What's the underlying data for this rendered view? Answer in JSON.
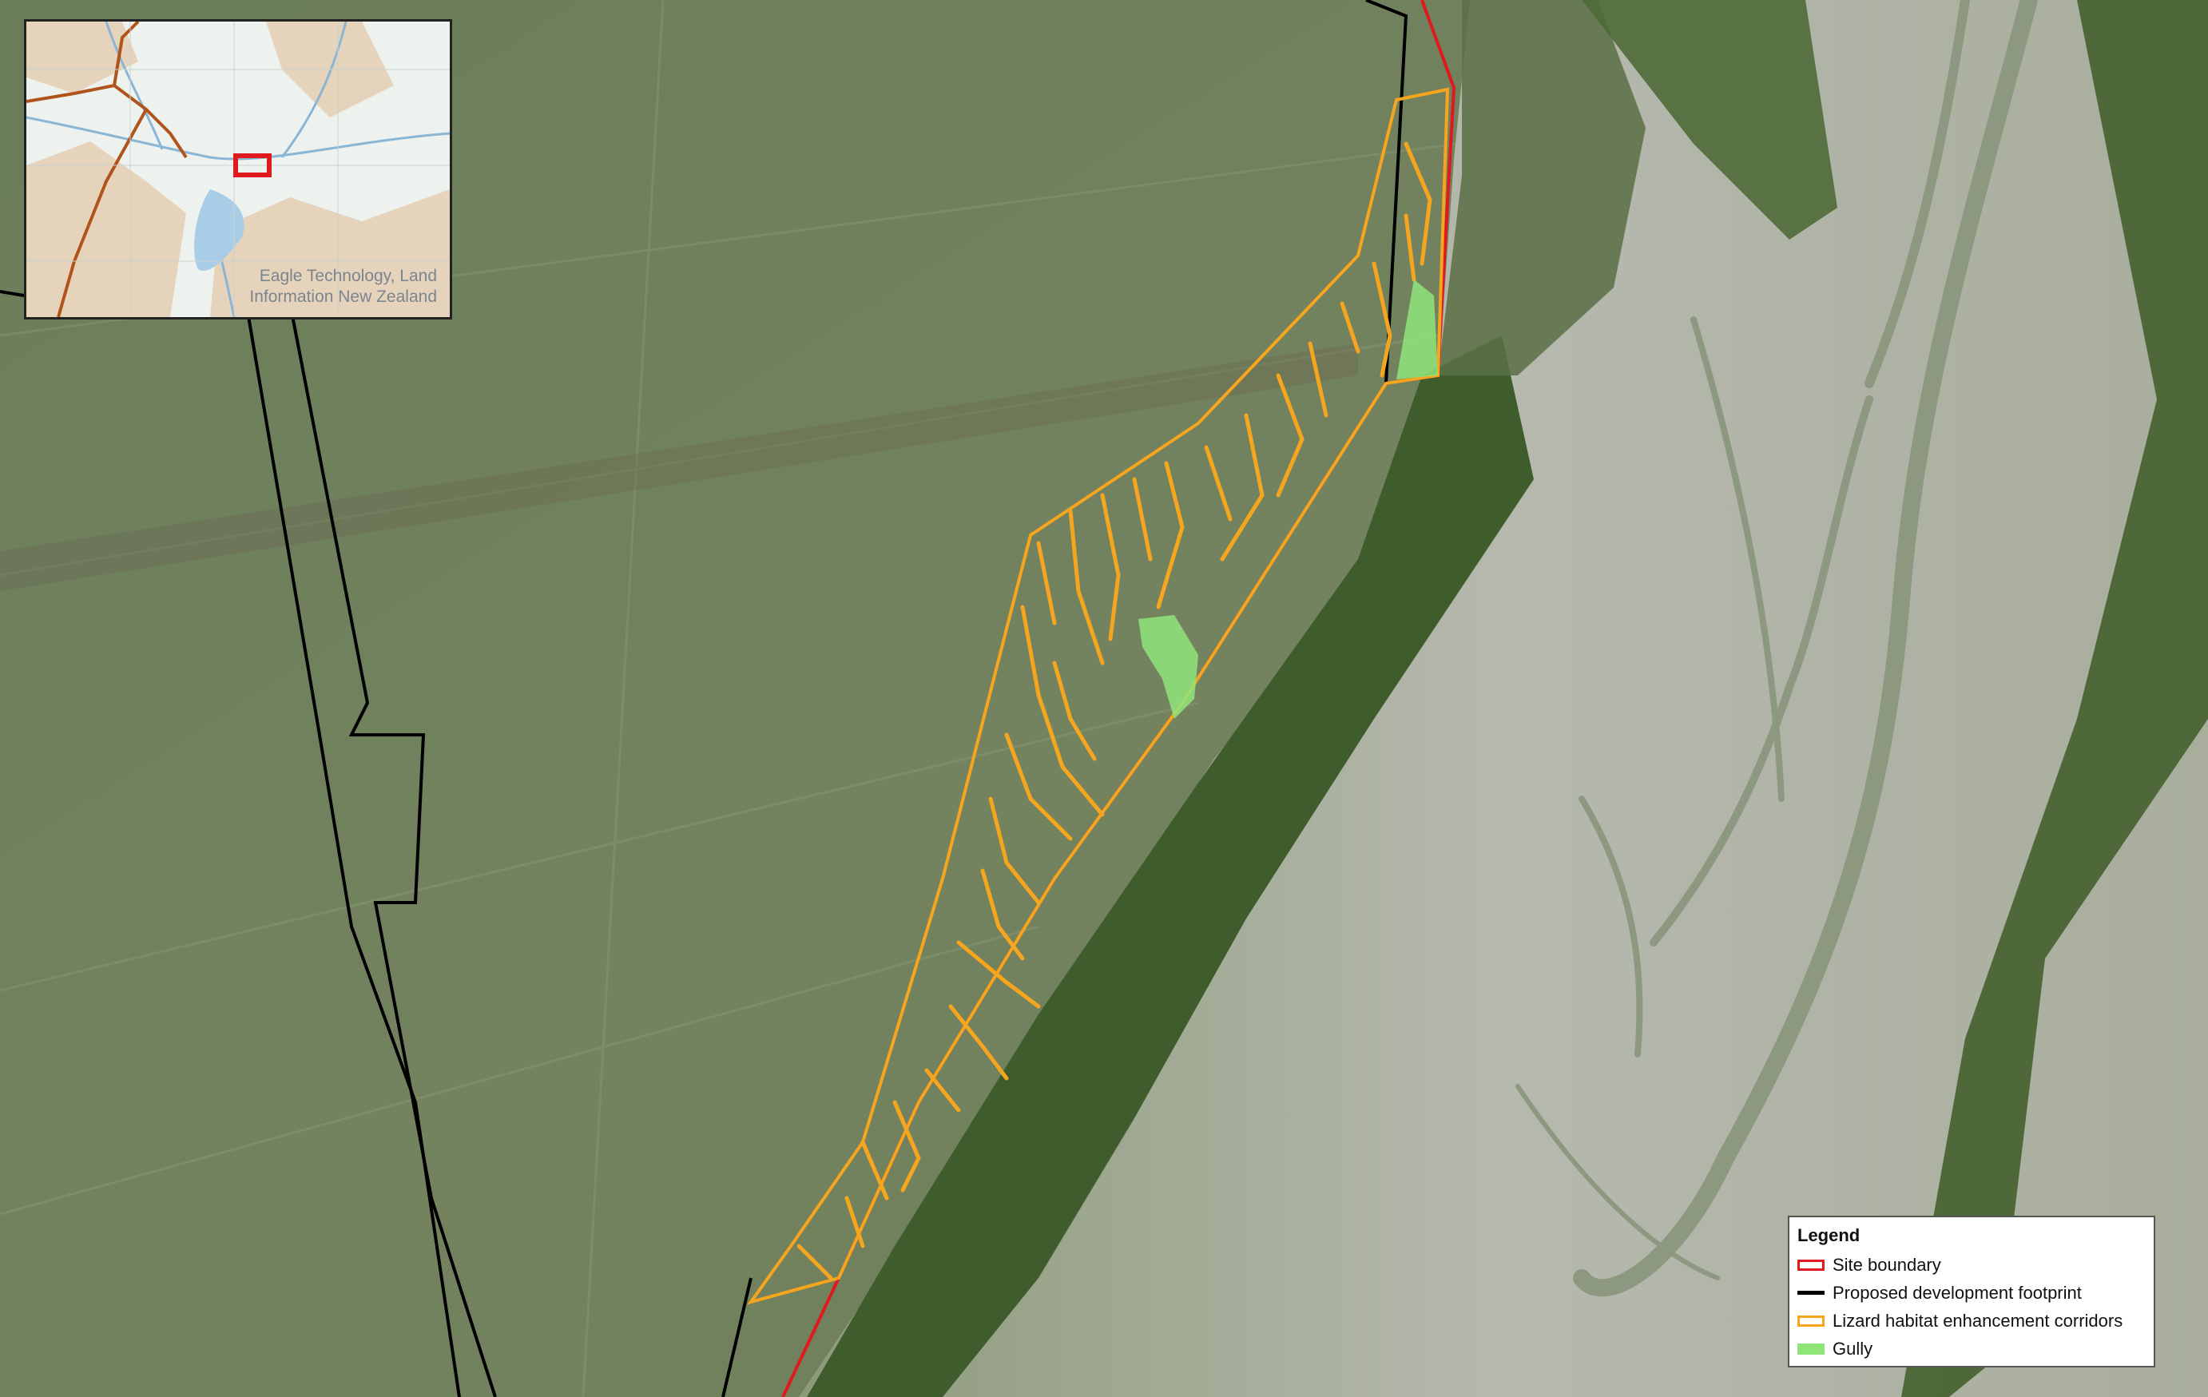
{
  "inset": {
    "credit": "Eagle Technology, Land Information New Zealand"
  },
  "legend": {
    "title": "Legend",
    "items": [
      {
        "label": "Site boundary",
        "swatch": "red-outline",
        "color": "#e0191e"
      },
      {
        "label": "Proposed development footprint",
        "swatch": "black-line",
        "color": "#000000"
      },
      {
        "label": "Lizard habitat enhancement corridors",
        "swatch": "orange-outline",
        "color": "#f6a51e"
      },
      {
        "label": "Gully",
        "swatch": "green-fill",
        "color": "#8fe57a"
      }
    ]
  },
  "colors": {
    "site_boundary": "#e0191e",
    "footprint": "#000000",
    "corridors": "#f6a51e",
    "gully": "#8fe57a",
    "terrace": "#6e7f5c",
    "riverbed": "#b9bbb0",
    "vegetation": "#3d5a2c"
  }
}
